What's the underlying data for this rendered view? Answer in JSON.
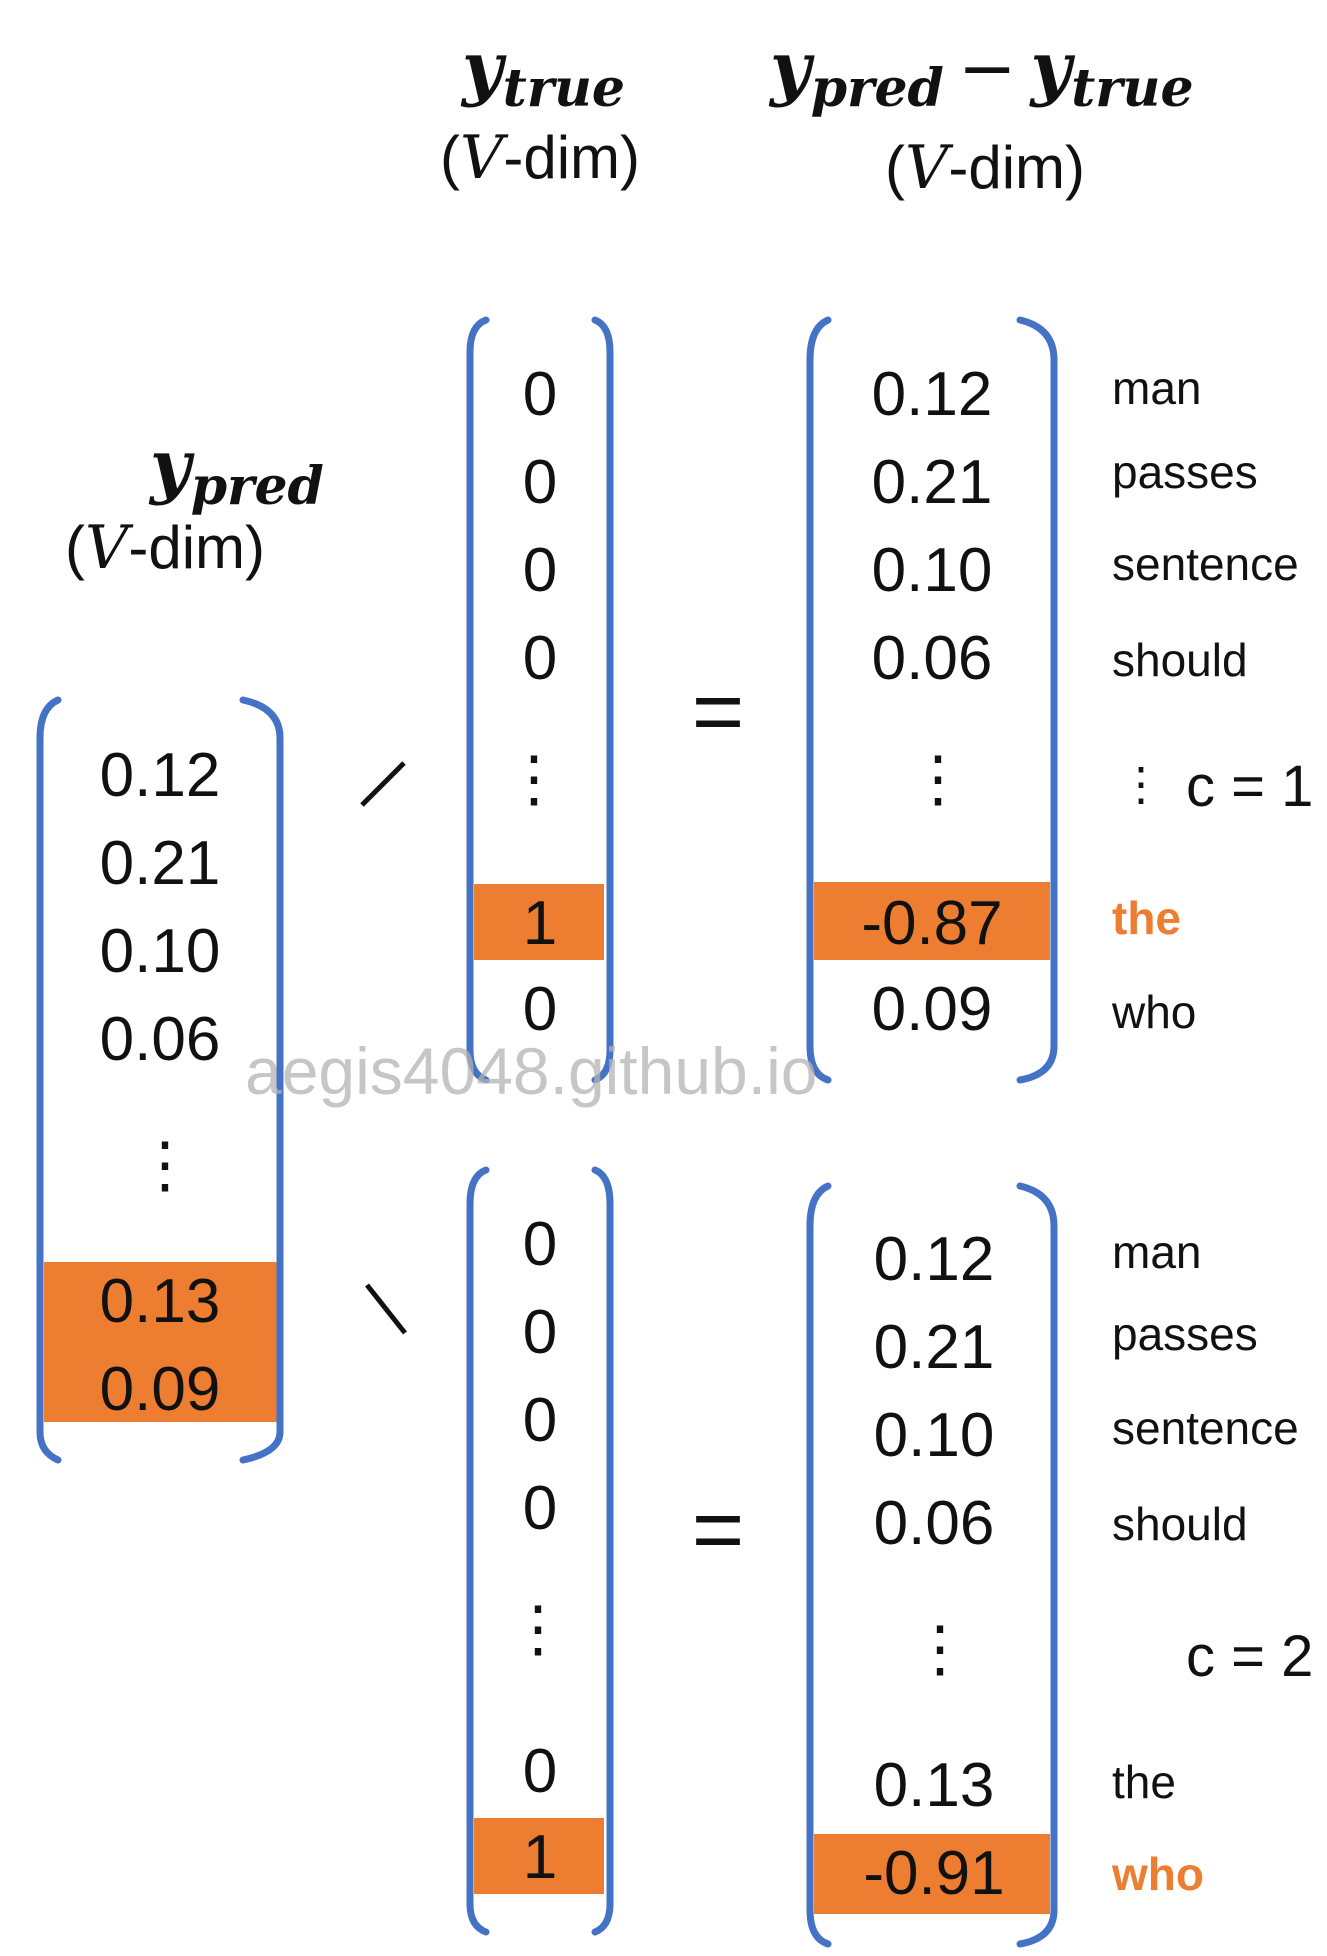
{
  "headers": {
    "ypred": {
      "base": "y",
      "sub": "pred",
      "dim": "-dim)",
      "dim_open": "(",
      "dim_var": "V"
    },
    "ytrue": {
      "base": "y",
      "sub": "true",
      "dim": "-dim)",
      "dim_open": "(",
      "dim_var": "V"
    },
    "diff": {
      "base1": "y",
      "sub1": "pred",
      "minus": "−",
      "base2": "y",
      "sub2": "true",
      "dim": "-dim)",
      "dim_open": "(",
      "dim_var": "V"
    }
  },
  "ypred_vector": {
    "values": [
      "0.12",
      "0.21",
      "0.10",
      "0.06",
      "⋮",
      "0.13",
      "0.09"
    ],
    "highlighted": [
      "0.13",
      "0.09"
    ]
  },
  "context_1": {
    "ytrue_values": [
      "0",
      "0",
      "0",
      "0",
      "⋮",
      "1",
      "0"
    ],
    "highlighted_true": "1",
    "equals": "=",
    "diff_values": [
      "0.12",
      "0.21",
      "0.10",
      "0.06",
      "⋮",
      "-0.87",
      "0.09"
    ],
    "highlighted_diff": "-0.87",
    "words": [
      "man",
      "passes",
      "sentence",
      "should",
      "⋮",
      "the",
      "who"
    ],
    "highlighted_word": "the",
    "label": "c = 1"
  },
  "context_2": {
    "ytrue_values": [
      "0",
      "0",
      "0",
      "0",
      "⋮",
      "0",
      "1"
    ],
    "highlighted_true": "1",
    "equals": "=",
    "diff_values": [
      "0.12",
      "0.21",
      "0.10",
      "0.06",
      "⋮",
      "0.13",
      "-0.91"
    ],
    "highlighted_diff": "-0.91",
    "words": [
      "man",
      "passes",
      "sentence",
      "should",
      "the",
      "who"
    ],
    "highlighted_word": "who",
    "label": "c = 2"
  },
  "watermark": "aegis4048.github.io",
  "colors": {
    "bracket": "#4472C4",
    "highlight": "#ED7D31",
    "text": "#111111"
  }
}
